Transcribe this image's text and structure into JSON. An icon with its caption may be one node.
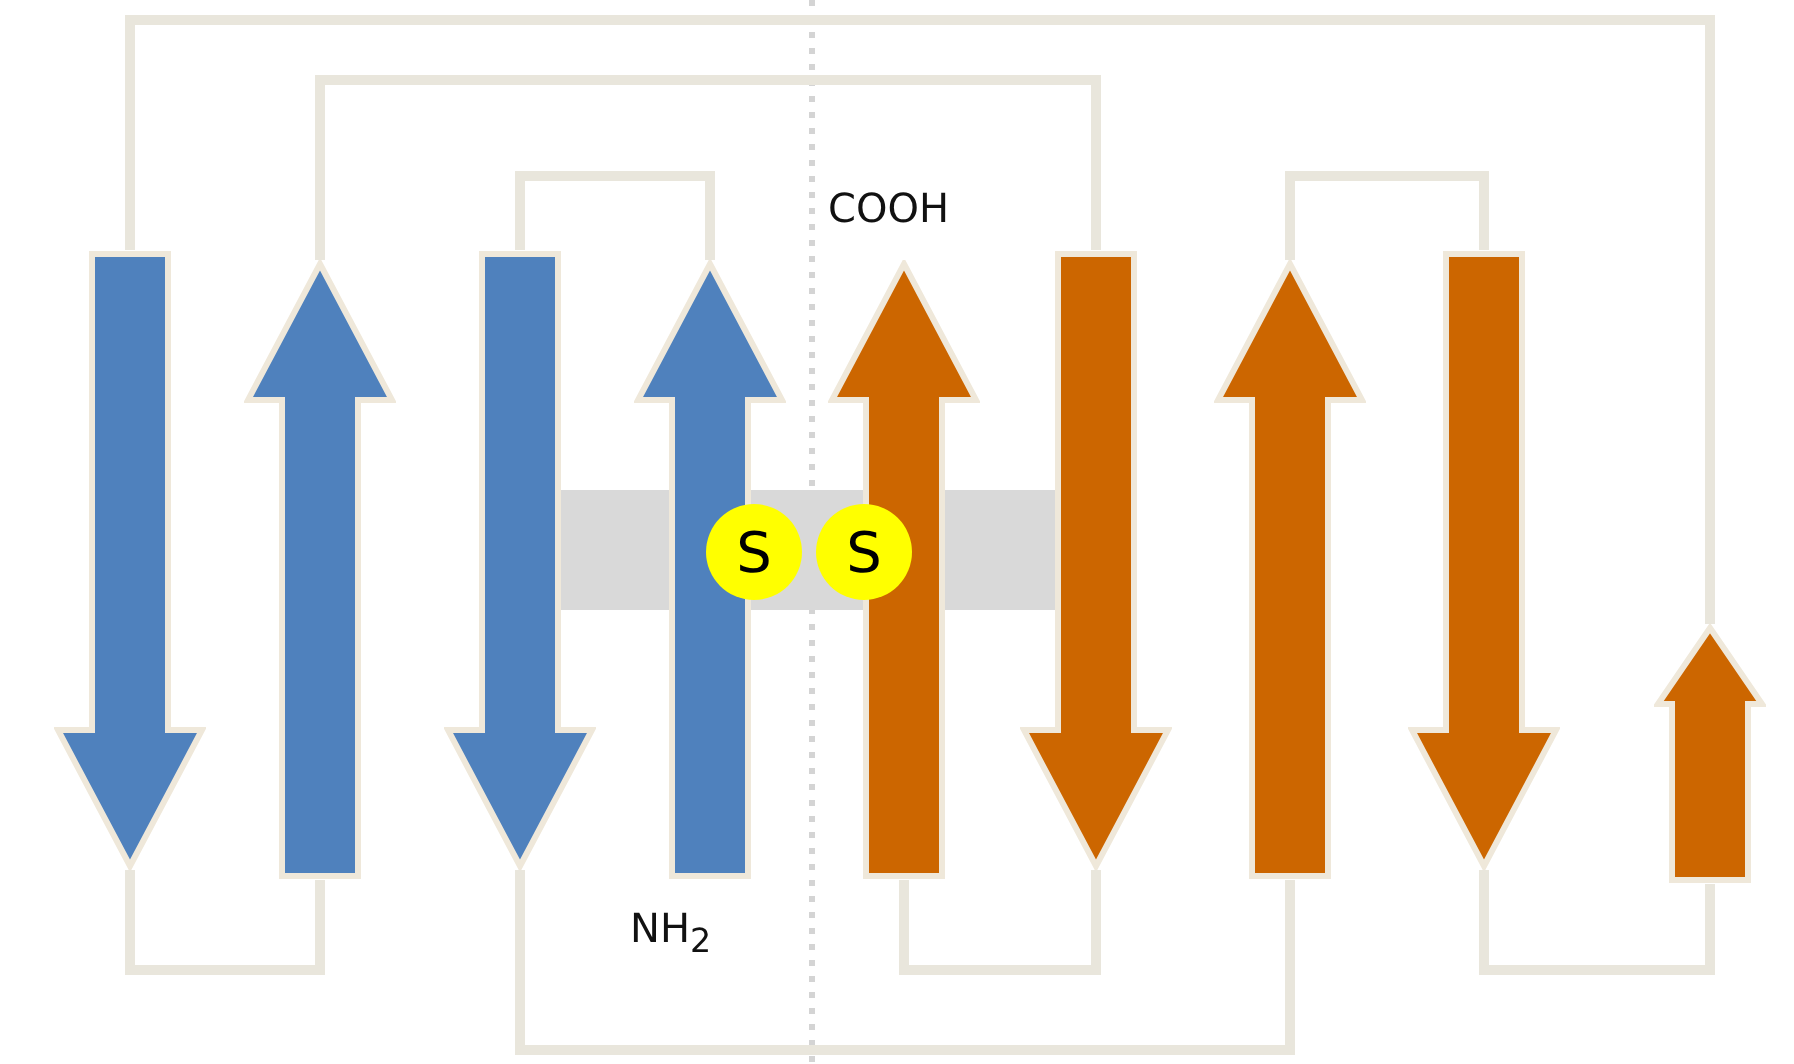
{
  "diagram": {
    "nodes": [
      {
        "text": [],
        "shape": "arrow"
      },
      {
        "text": [],
        "shape": "arrow"
      },
      {
        "text": [],
        "shape": "arrow"
      },
      {
        "text": [],
        "shape": "arrow"
      },
      {
        "text": [],
        "shape": "arrow"
      },
      {
        "text": [],
        "shape": "arrow"
      },
      {
        "text": [],
        "shape": "arrow"
      },
      {
        "text": [],
        "shape": "arrow"
      },
      {
        "text": [],
        "shape": "arrow"
      },
      {
        "text": [],
        "shape": "bar"
      },
      {
        "text": [
          "S"
        ],
        "in": 9
      },
      {
        "text": [
          "S"
        ],
        "in": 9
      }
    ],
    "edges": [
      {
        "from": 3,
        "to": 2,
        "arrow": "none"
      },
      {
        "from": 2,
        "to": 6,
        "arrow": "none"
      },
      {
        "from": 6,
        "to": 7,
        "arrow": "none"
      },
      {
        "from": 7,
        "to": 8,
        "arrow": "none"
      },
      {
        "from": 8,
        "to": 0,
        "arrow": "none"
      },
      {
        "from": 0,
        "to": 1,
        "arrow": "none"
      },
      {
        "from": 1,
        "to": 5,
        "arrow": "none"
      },
      {
        "from": 5,
        "to": 4,
        "arrow": "none"
      }
    ],
    "labels": [
      "COOH",
      "NH$_{2}$"
    ]
  }
}
